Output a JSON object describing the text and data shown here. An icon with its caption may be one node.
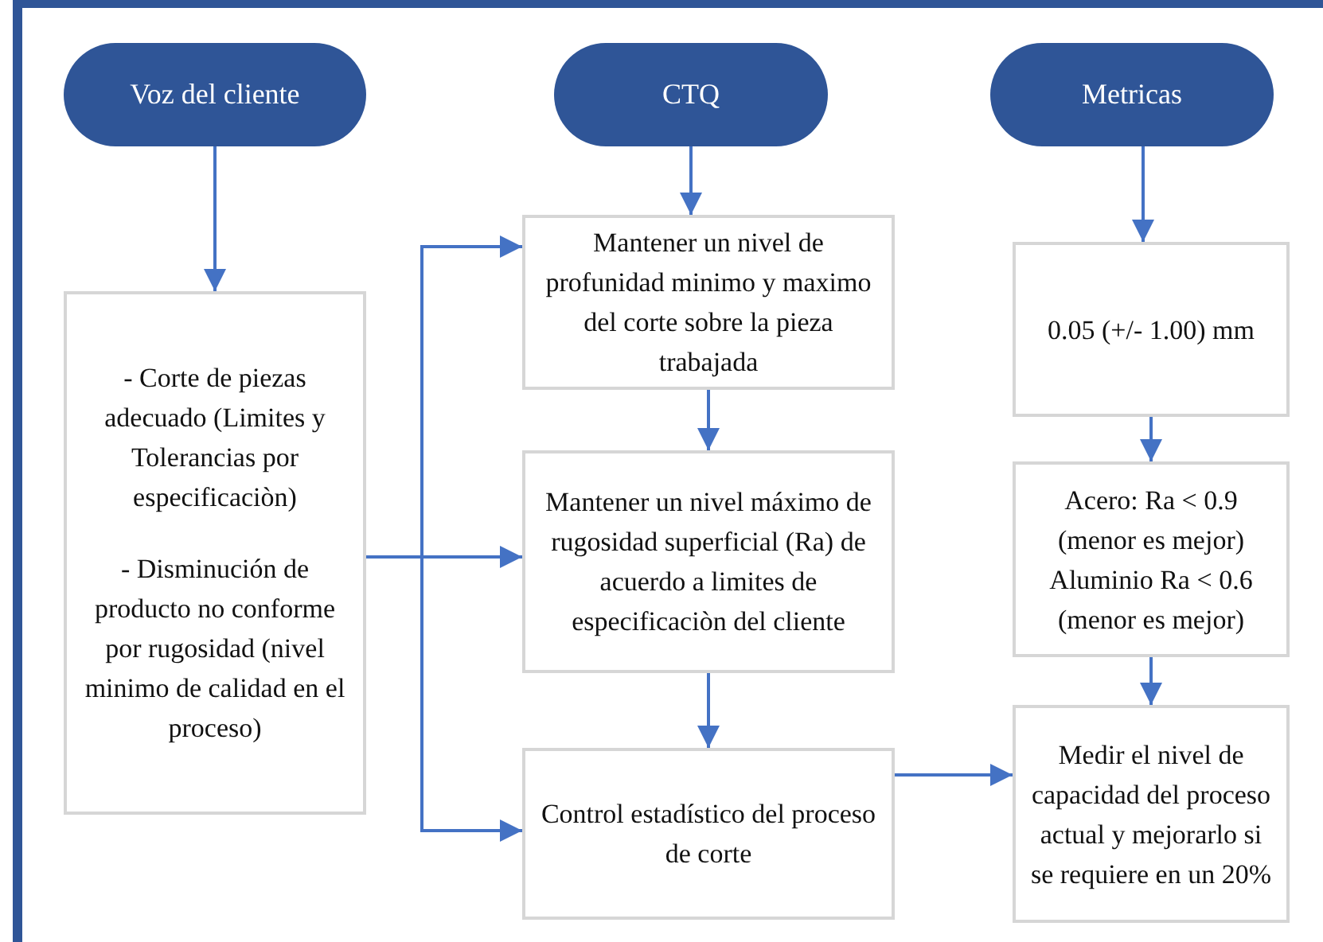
{
  "diagram": {
    "nodes": [
      {
        "text": [
          "Voz del cliente"
        ]
      },
      {
        "text": [
          "CTQ"
        ]
      },
      {
        "text": [
          "Metricas"
        ]
      },
      {
        "text": [
          "- Corte de piezas adecuado (Limites y Tolerancias por especificaciòn)",
          "- Disminución de producto no conforme por rugosidad (nivel minimo de calidad en el proceso)"
        ]
      },
      {
        "text": [
          "Mantener un nivel de profunidad minimo y maximo del corte sobre la pieza trabajada"
        ]
      },
      {
        "text": [
          "Mantener un nivel máximo de rugosidad superficial (Ra) de acuerdo a limites de especificaciòn del cliente"
        ]
      },
      {
        "text": [
          "Control estadístico del proceso de corte"
        ]
      },
      {
        "text": [
          "0.05 (+/- 1.00) mm"
        ]
      },
      {
        "text": [
          "Acero: Ra < 0.9 (menor es mejor)",
          "Aluminio Ra < 0.6 (menor es mejor)"
        ]
      },
      {
        "text": [
          "Medir el nivel de capacidad del proceso actual y mejorarlo si se requiere en un 20%"
        ]
      }
    ],
    "edges": [
      {
        "from": 0,
        "to": 3,
        "arrow": "to"
      },
      {
        "from": 1,
        "to": 4,
        "arrow": "to"
      },
      {
        "from": 2,
        "to": 7,
        "arrow": "to"
      },
      {
        "from": 3,
        "to": 4,
        "arrow": "to"
      },
      {
        "from": 3,
        "to": 5,
        "arrow": "to"
      },
      {
        "from": 3,
        "to": 6,
        "arrow": "to"
      },
      {
        "from": 4,
        "to": 5,
        "arrow": "to"
      },
      {
        "from": 5,
        "to": 6,
        "arrow": "to"
      },
      {
        "from": 7,
        "to": 8,
        "arrow": "to"
      },
      {
        "from": 8,
        "to": 9,
        "arrow": "to"
      },
      {
        "from": 6,
        "to": 9,
        "arrow": "to"
      }
    ]
  }
}
